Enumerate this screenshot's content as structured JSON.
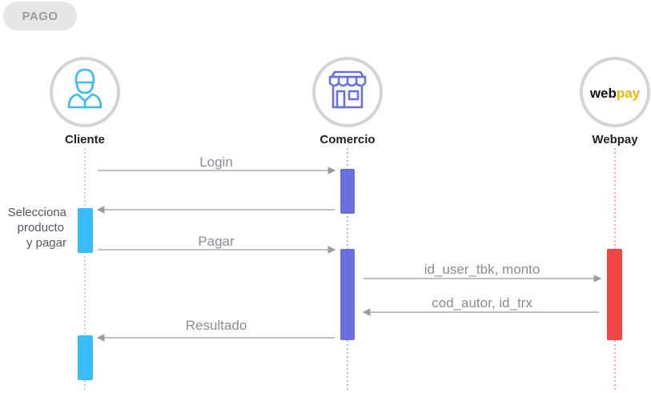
{
  "badge": {
    "label": "PAGO"
  },
  "actors": {
    "cliente": {
      "label": "Cliente",
      "icon": "user-icon",
      "color": "#38bdf8"
    },
    "comercio": {
      "label": "Comercio",
      "icon": "store-icon",
      "color": "#6a6fe0"
    },
    "webpay": {
      "label": "Webpay",
      "icon": "webpay-logo",
      "color": "#ef4444",
      "logo_text_a": "web",
      "logo_text_b": "pay",
      "logo_color_a": "#111111",
      "logo_color_b": "#f2b705"
    }
  },
  "messages": {
    "login": "Login",
    "pagar": "Pagar",
    "id_user": "id_user_tbk, monto",
    "cod_autor": "cod_autor, id_trx",
    "resultado": "Resultado"
  },
  "note": {
    "line1": "Selecciona",
    "line2": "producto",
    "line3": "y pagar"
  },
  "colors": {
    "arrow": "#9a9aa2",
    "circle_border": "#d4d4d8"
  }
}
